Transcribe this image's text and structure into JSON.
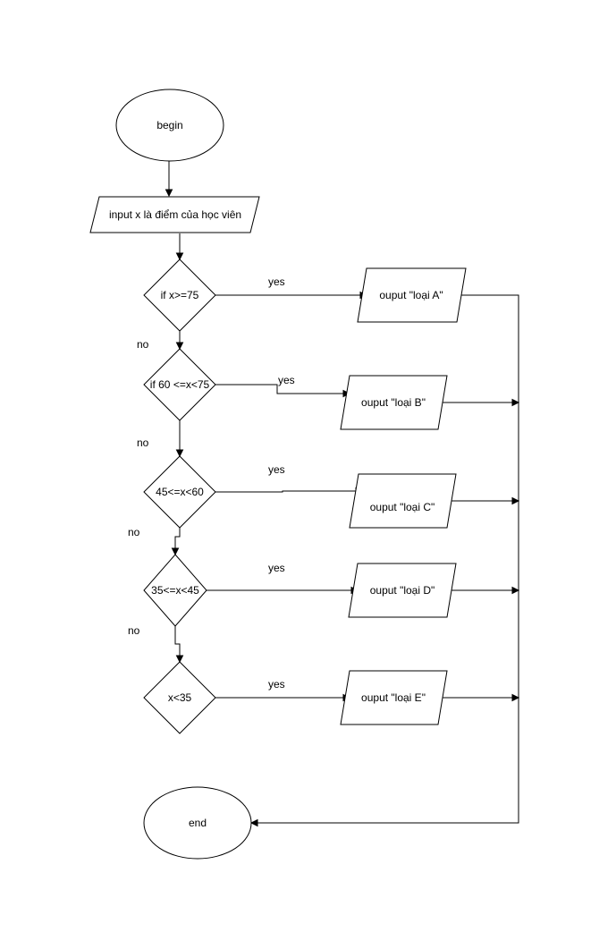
{
  "flowchart": {
    "begin": "begin",
    "input": "input x là điểm của học viên",
    "conditions": [
      "if x>=75",
      "if 60 <=x<75",
      "45<=x<60",
      "35<=x<45",
      "x<35"
    ],
    "outputs": [
      "ouput \"loại A\"",
      "ouput \"loại B\"",
      "ouput \"loại C\"",
      "ouput \"loại D\"",
      "ouput \"loại E\""
    ],
    "yes_labels": [
      "yes",
      "yes",
      "yes",
      "yes",
      "yes"
    ],
    "no_labels": [
      "no",
      "no",
      "no",
      "no"
    ],
    "end": "end"
  }
}
